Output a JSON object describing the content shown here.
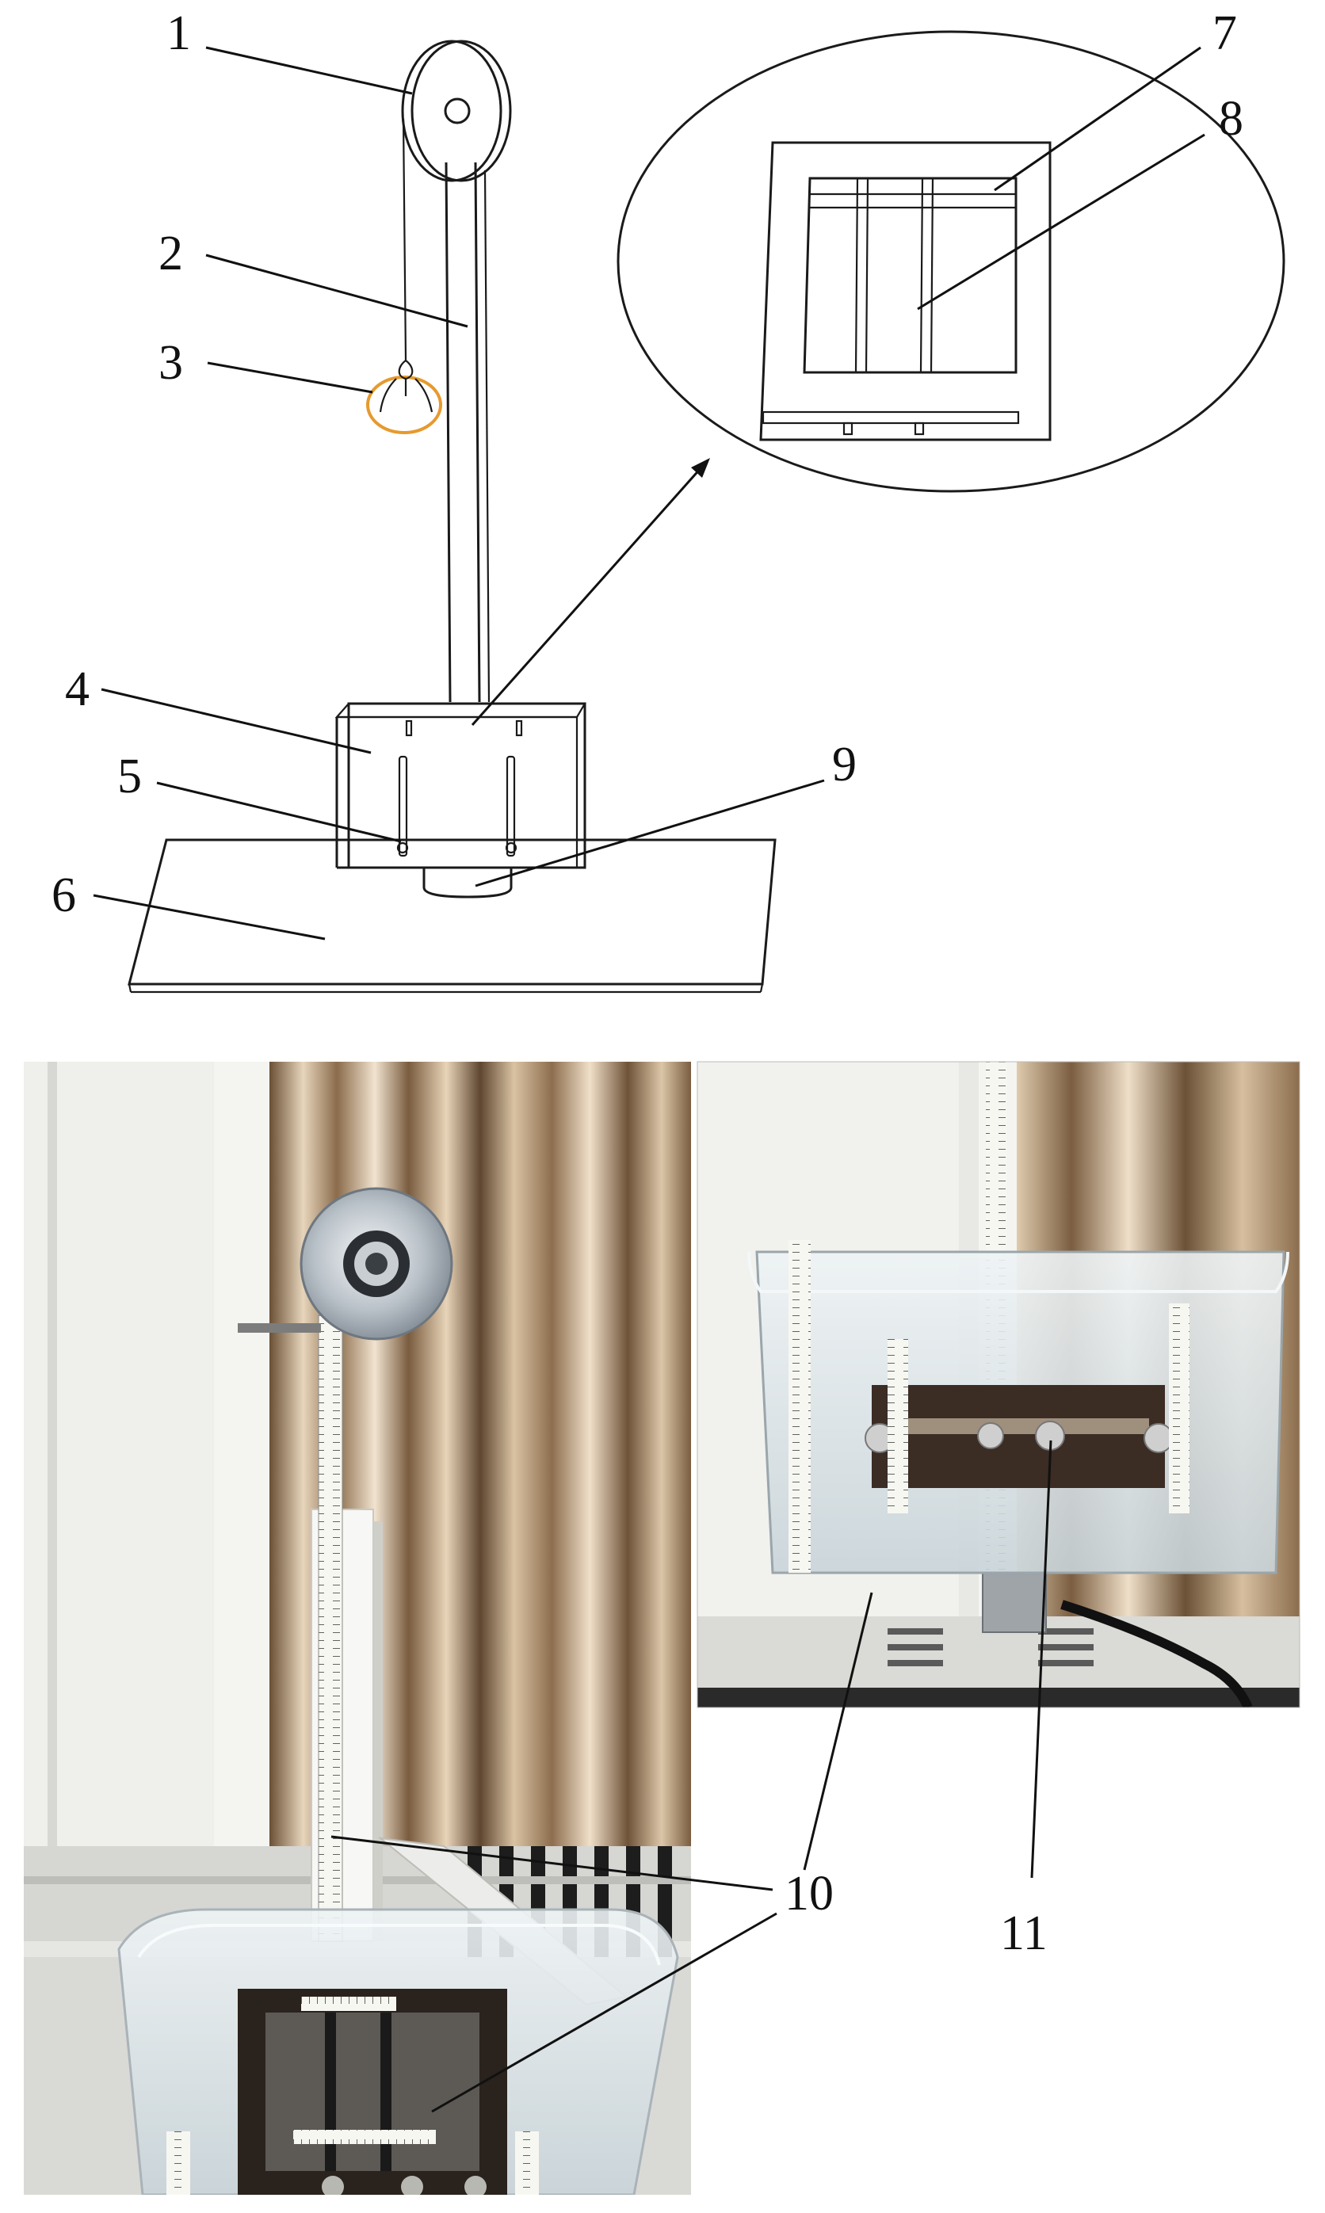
{
  "diagram": {
    "callouts": [
      "1",
      "2",
      "3",
      "4",
      "5",
      "6",
      "7",
      "8",
      "9"
    ]
  },
  "photo_left": {
    "callouts": [
      "10"
    ]
  },
  "photo_right": {
    "callouts": [
      "11"
    ]
  },
  "colors": {
    "rope_ring": "#e69a2e",
    "curtain_light": "#d8c3a5",
    "curtain_dark": "#6b5136",
    "wall": "#e8e8e6",
    "tank_glass": "#d9e2e6",
    "steel_plate": "#3b2c24",
    "bench": "#d9d9d6"
  },
  "icons": [
    "pulley-icon",
    "ruler-icon",
    "bolt-icon",
    "cable-icon"
  ]
}
